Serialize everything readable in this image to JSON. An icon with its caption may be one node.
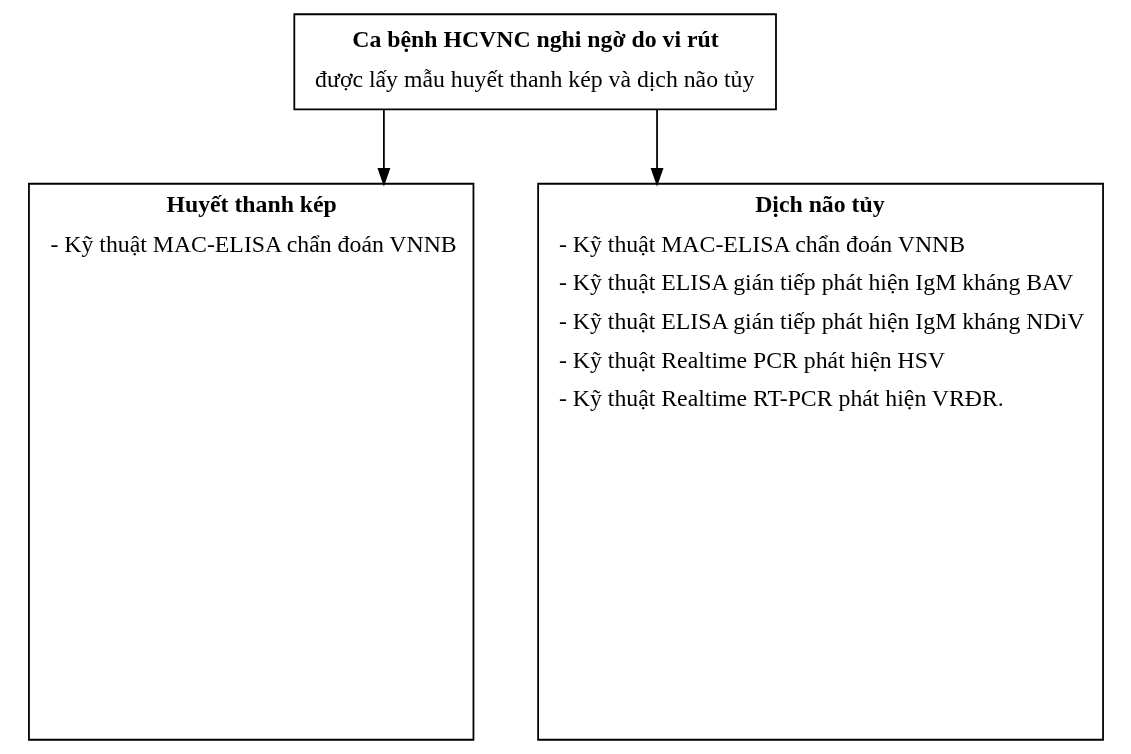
{
  "diagram": {
    "nodes": [
      {
        "text": [
          "Ca bệnh HCVNC nghi ngờ do vi rút",
          "được lấy mẫu huyết thanh kép và dịch não tủy"
        ]
      },
      {
        "text": [
          "Huyết thanh kép",
          "- Kỹ thuật MAC-ELISA chẩn đoán VNNB"
        ]
      },
      {
        "text": [
          "Dịch não tủy",
          "- Kỹ thuật MAC-ELISA chẩn đoán VNNB",
          "- Kỹ thuật ELISA gián tiếp phát hiện IgM kháng BAV",
          "- Kỹ thuật ELISA gián tiếp phát hiện IgM kháng NDiV",
          "- Kỹ thuật Realtime PCR phát hiện HSV",
          "- Kỹ thuật Realtime RT-PCR phát hiện VRĐR."
        ]
      }
    ],
    "edges": [
      {
        "from": 0,
        "to": 1,
        "arrow": "to"
      },
      {
        "from": 0,
        "to": 2,
        "arrow": "to"
      }
    ]
  }
}
